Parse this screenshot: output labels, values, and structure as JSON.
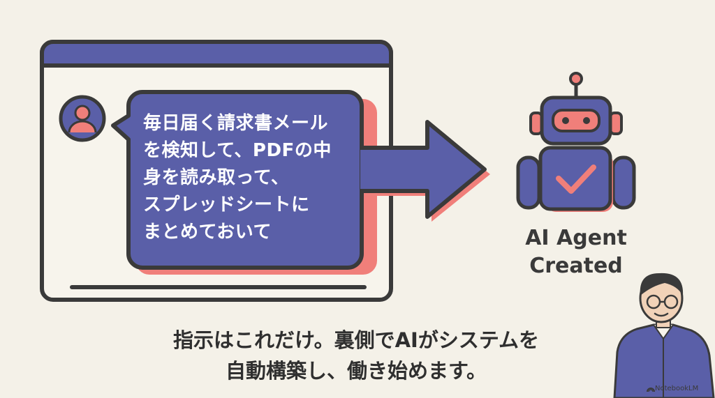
{
  "speech_bubble": {
    "lines": [
      "毎日届く請求書メール",
      "を検知して、PDFの中",
      "身を読み取って、",
      "スプレッドシートに",
      "まとめておいて"
    ]
  },
  "agent": {
    "label_line1": "AI Agent",
    "label_line2": "Created"
  },
  "caption": {
    "line1": "指示はこれだけ。裏側でAIがシステムを",
    "line2": "自動構築し、働き始めます。"
  },
  "watermark": {
    "text": "NotebookLM"
  },
  "colors": {
    "primary": "#5a5fa8",
    "accent": "#f07f7a",
    "outline": "#3a3a3a",
    "background": "#f4f1e8"
  },
  "icons": [
    "user-avatar-icon",
    "robot-icon",
    "checkmark-icon",
    "arrow-icon",
    "person-illustration"
  ]
}
